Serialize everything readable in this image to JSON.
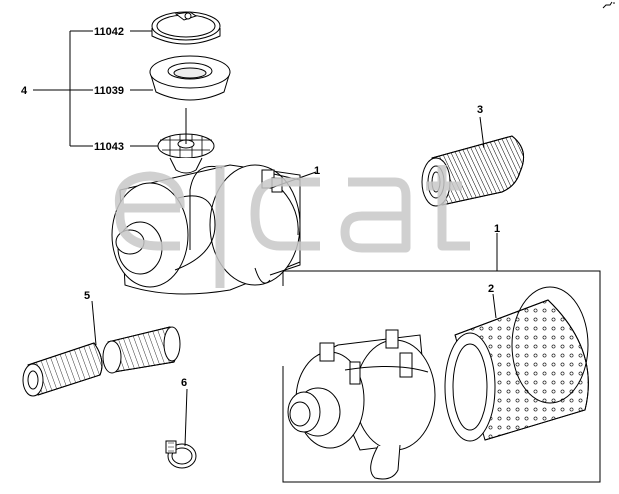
{
  "diagram": {
    "callouts": {
      "c11042": "11042",
      "c11039": "11039",
      "c11043": "11043",
      "c4": "4",
      "c1_top": "1",
      "c3": "3",
      "c1_right": "1",
      "c2": "2",
      "c5": "5",
      "c6": "6"
    },
    "watermark": "elcats",
    "colors": {
      "line": "#000000",
      "background": "#ffffff",
      "watermark": "#c8c8c8"
    }
  }
}
